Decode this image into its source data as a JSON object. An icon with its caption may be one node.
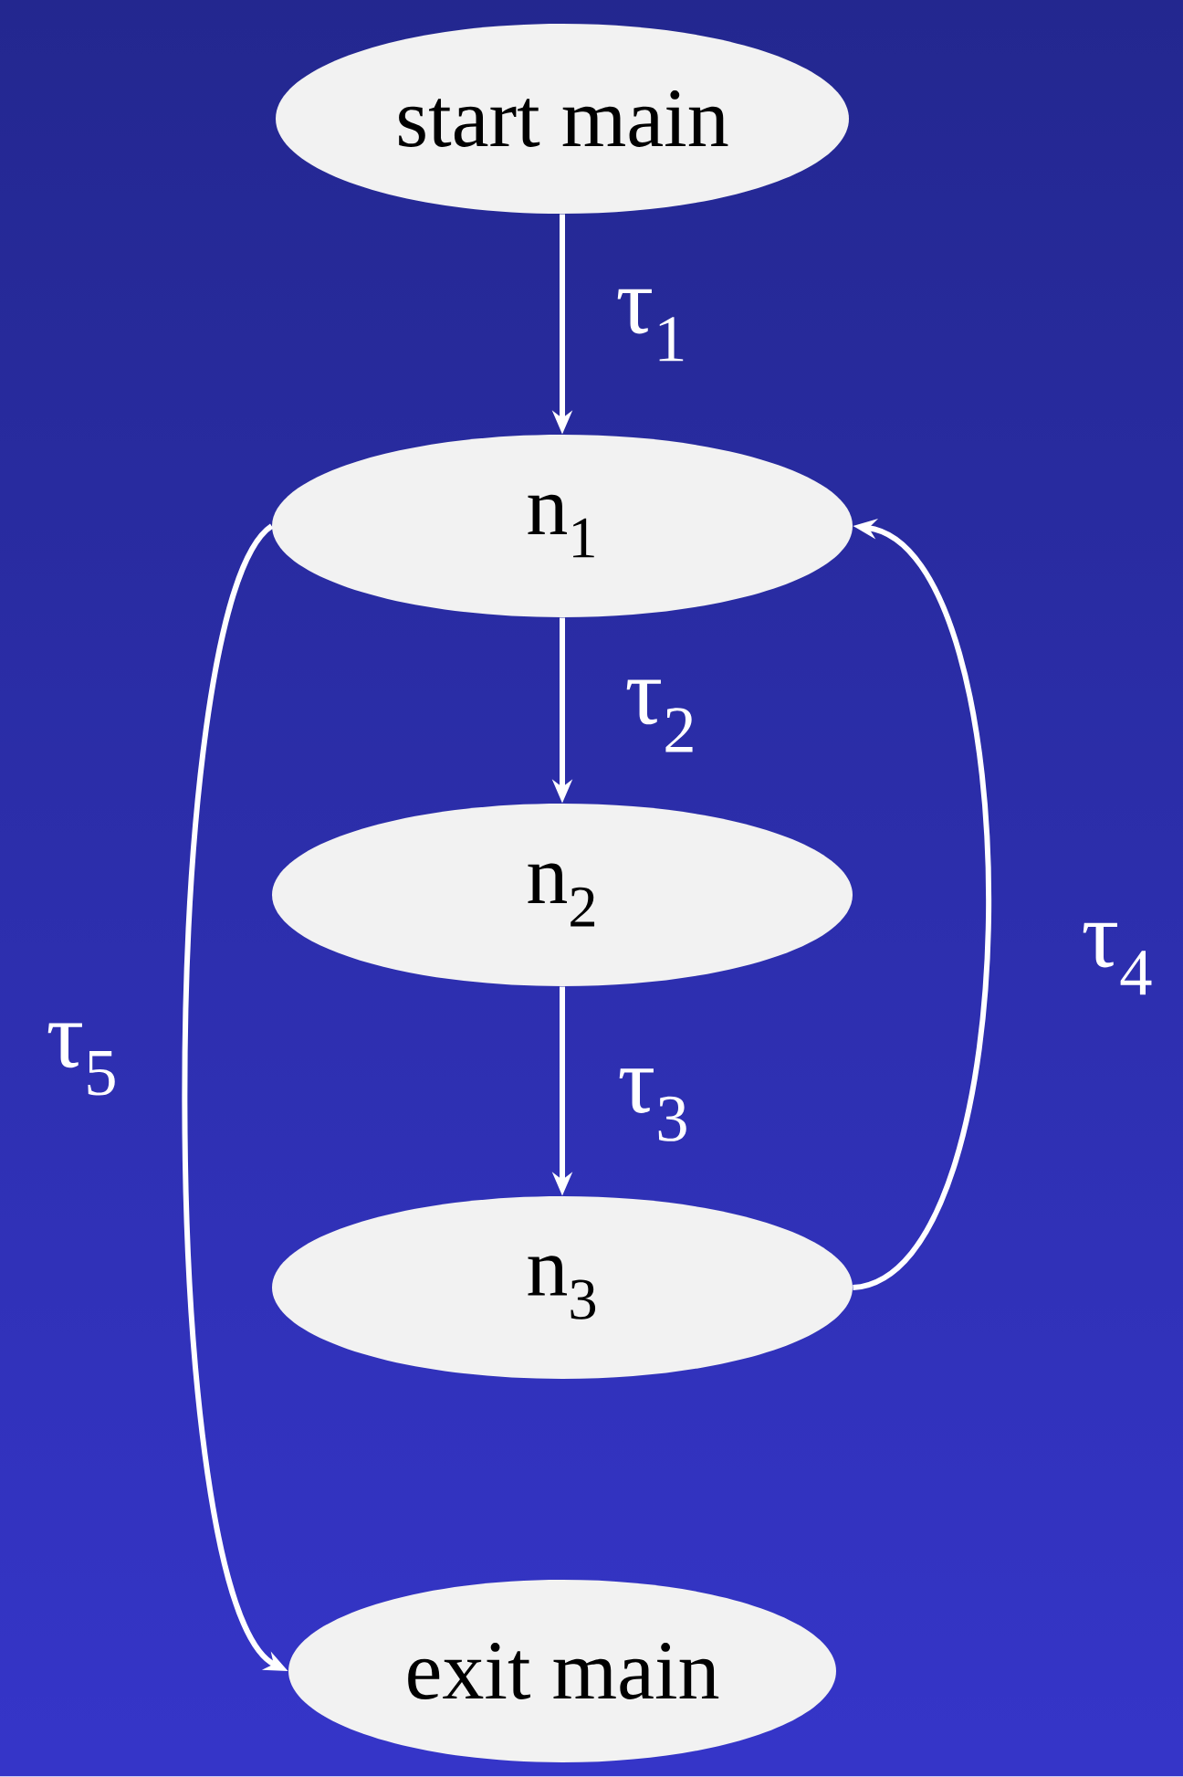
{
  "diagram": {
    "nodes": [
      {
        "text": [
          "start main"
        ]
      },
      {
        "text": [
          "n$_{1}$"
        ]
      },
      {
        "text": [
          "n$_{2}$"
        ]
      },
      {
        "text": [
          "n$_{3}$"
        ]
      },
      {
        "text": [
          "exit main"
        ]
      }
    ],
    "edges": [
      {
        "from": 0,
        "to": 1,
        "arrow": "to",
        "label": "τ$_{1}$"
      },
      {
        "from": 1,
        "to": 2,
        "arrow": "to",
        "label": "τ$_{2}$"
      },
      {
        "from": 2,
        "to": 3,
        "arrow": "to",
        "label": "τ$_{3}$"
      },
      {
        "from": 3,
        "to": 1,
        "arrow": "to",
        "label": "τ$_{4}$"
      },
      {
        "from": 1,
        "to": 4,
        "arrow": "to",
        "label": "τ$_{5}$"
      }
    ]
  }
}
